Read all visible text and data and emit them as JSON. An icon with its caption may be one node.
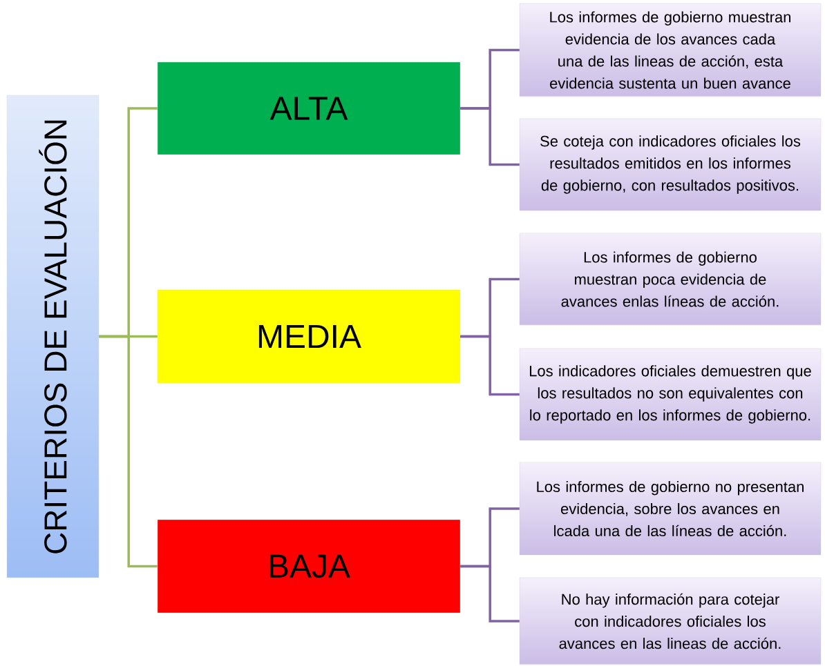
{
  "diagram": {
    "nodes": [
      {
        "text": [
          "CRITERIOS DE EVALUACIÓN"
        ]
      },
      {
        "text": [
          "ALTA"
        ]
      },
      {
        "text": [
          "MEDIA"
        ]
      },
      {
        "text": [
          "BAJA"
        ]
      },
      {
        "text": [
          "Los informes de gobierno muestran evidencia de los avances  cada una de las lineas de acción, esta evidencia sustenta un buen avance"
        ]
      },
      {
        "text": [
          "Se coteja con indicadores oficiales los resultados emitidos en los informes de gobierno, con resultados positivos."
        ]
      },
      {
        "text": [
          "Los informes de gobierno muestran poca evidencia de avances enlas líneas de acción."
        ]
      },
      {
        "text": [
          "Los indicadores oficiales demuestren que los resultados no son equivalentes con lo reportado en los informes de gobierno."
        ]
      },
      {
        "text": [
          "Los informes de gobierno no presentan evidencia, sobre los avances en lcada una de las líneas de acción."
        ]
      },
      {
        "text": [
          "No hay información para cotejar con indicadores oficiales los avances en las lineas de acción."
        ]
      }
    ],
    "edges": [
      {
        "from": 0,
        "to": 1,
        "arrow": "none",
        "color": "#9bbb59"
      },
      {
        "from": 0,
        "to": 2,
        "arrow": "none",
        "color": "#9bbb59"
      },
      {
        "from": 0,
        "to": 3,
        "arrow": "none",
        "color": "#9bbb59"
      },
      {
        "from": 1,
        "to": 4,
        "arrow": "none"
      },
      {
        "from": 1,
        "to": 5,
        "arrow": "none"
      },
      {
        "from": 2,
        "to": 6,
        "arrow": "none"
      },
      {
        "from": 2,
        "to": 7,
        "arrow": "none"
      },
      {
        "from": 3,
        "to": 8,
        "arrow": "none"
      },
      {
        "from": 3,
        "to": 9,
        "arrow": "none"
      }
    ]
  }
}
